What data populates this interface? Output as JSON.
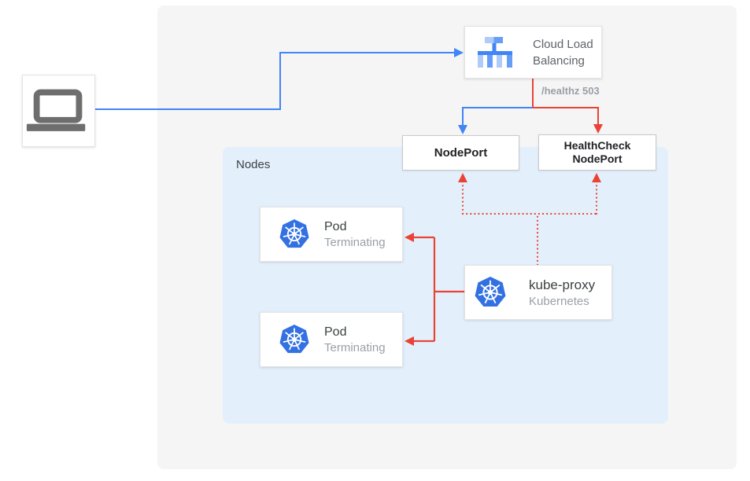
{
  "client": {
    "icon": "laptop-icon"
  },
  "load_balancer": {
    "label": "Cloud Load Balancing",
    "icon": "cloud-load-balancing-icon"
  },
  "health_check_path_label": "/healthz 503",
  "node_port": {
    "label": "NodePort"
  },
  "health_check_node_port": {
    "label": "HealthCheck NodePort"
  },
  "nodes_panel": {
    "label": "Nodes"
  },
  "pods": [
    {
      "label": "Pod",
      "status": "Terminating",
      "icon": "kubernetes-icon"
    },
    {
      "label": "Pod",
      "status": "Terminating",
      "icon": "kubernetes-icon"
    }
  ],
  "kube_proxy": {
    "label": "kube-proxy",
    "sublabel": "Kubernetes",
    "icon": "kubernetes-icon"
  },
  "colors": {
    "traffic_arrow_blue": "#4285f4",
    "health_arrow_red": "#ea4335",
    "outer_panel_bg": "#f5f5f6",
    "nodes_panel_bg": "#e3f0fc",
    "kubernetes_icon_blue": "#3371e3",
    "lb_icon_light_blue": "#aecbfa",
    "lb_icon_mid_blue": "#669df6",
    "lb_icon_dark_blue": "#4285f4",
    "laptop_icon_gray": "#6e6e6e"
  }
}
